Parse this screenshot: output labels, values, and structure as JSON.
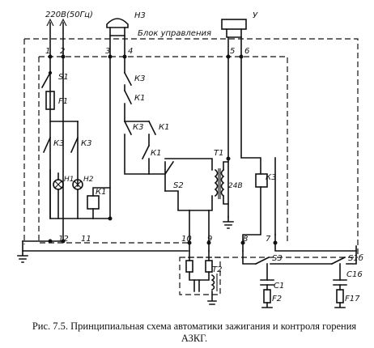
{
  "supply": "220В(50Гц)",
  "block_label": "Блок управления",
  "components": {
    "h3": "Н3",
    "y": "У",
    "s1": "S1",
    "f1": "F1",
    "k3": "К3",
    "k1": "К1",
    "h1": "Н1",
    "h2": "Н2",
    "s2": "S2",
    "t1": "Т1",
    "v24": "24В",
    "t2": "Т2",
    "s3": "S3",
    "s1b": "S1б",
    "c1": "С1",
    "c16": "С16",
    "f2": "F2",
    "f17": "F17"
  },
  "terminals": {
    "t1": "1",
    "t2": "2",
    "t3": "3",
    "t4": "4",
    "t5": "5",
    "t6": "6",
    "t7": "7",
    "t8": "8",
    "t9": "9",
    "t10": "10",
    "t11": "11",
    "t12": "12"
  },
  "caption": "Рис. 7.5. Принципиальная схема автоматики зажигания и контроля горения АЗКГ."
}
